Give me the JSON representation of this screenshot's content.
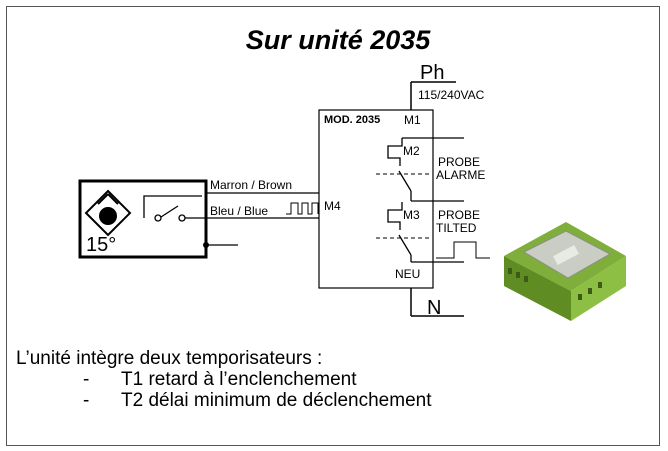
{
  "title": "Sur unité 2035",
  "supply": {
    "phase": "Ph",
    "voltage": "115/240VAC",
    "neutral": "N"
  },
  "module": {
    "name": "MOD. 2035",
    "terminals": {
      "m1": "M1",
      "m2": "M2",
      "m3": "M3",
      "m4": "M4",
      "neu": "NEU"
    }
  },
  "wires": {
    "brown": "Marron / Brown",
    "blue": "Bleu / Blue"
  },
  "sensor": {
    "angle": "15°"
  },
  "outputs": {
    "alarm": {
      "line1": "PROBE",
      "line2": "ALARME"
    },
    "tilted": {
      "line1": "PROBE",
      "line2": "TILTED"
    }
  },
  "description": {
    "intro": "L’unité intègre deux temporisateurs :",
    "bullet_mark": "-",
    "items": [
      "T1 retard à l’enclenchement",
      "T2 délai minimum de déclenchement"
    ]
  },
  "colors": {
    "module_green": "#8dbf44",
    "module_grey": "#c9cdc4"
  }
}
